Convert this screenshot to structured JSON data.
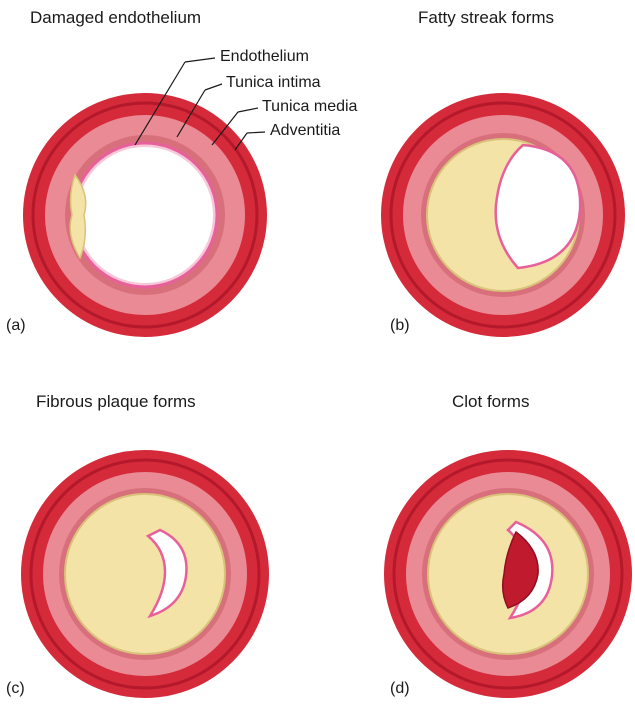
{
  "panels": [
    {
      "id": "a",
      "title": "Damaged endothelium",
      "letter": "(a)"
    },
    {
      "id": "b",
      "title": "Fatty streak forms",
      "letter": "(b)"
    },
    {
      "id": "c",
      "title": "Fibrous plaque forms",
      "letter": "(c)"
    },
    {
      "id": "d",
      "title": "Clot forms",
      "letter": "(d)"
    }
  ],
  "callouts": [
    "Endothelium",
    "Tunica intima",
    "Tunica media",
    "Adventitia"
  ],
  "colors": {
    "adventitia": "#d42a3a",
    "adventitia_dark": "#b3192a",
    "media": "#e98a94",
    "intima": "#d8707c",
    "endothelium": "#e8609a",
    "plaque": "#f4e3a6",
    "plaque_edge": "#d9c27a",
    "clot": "#c01a2e"
  }
}
